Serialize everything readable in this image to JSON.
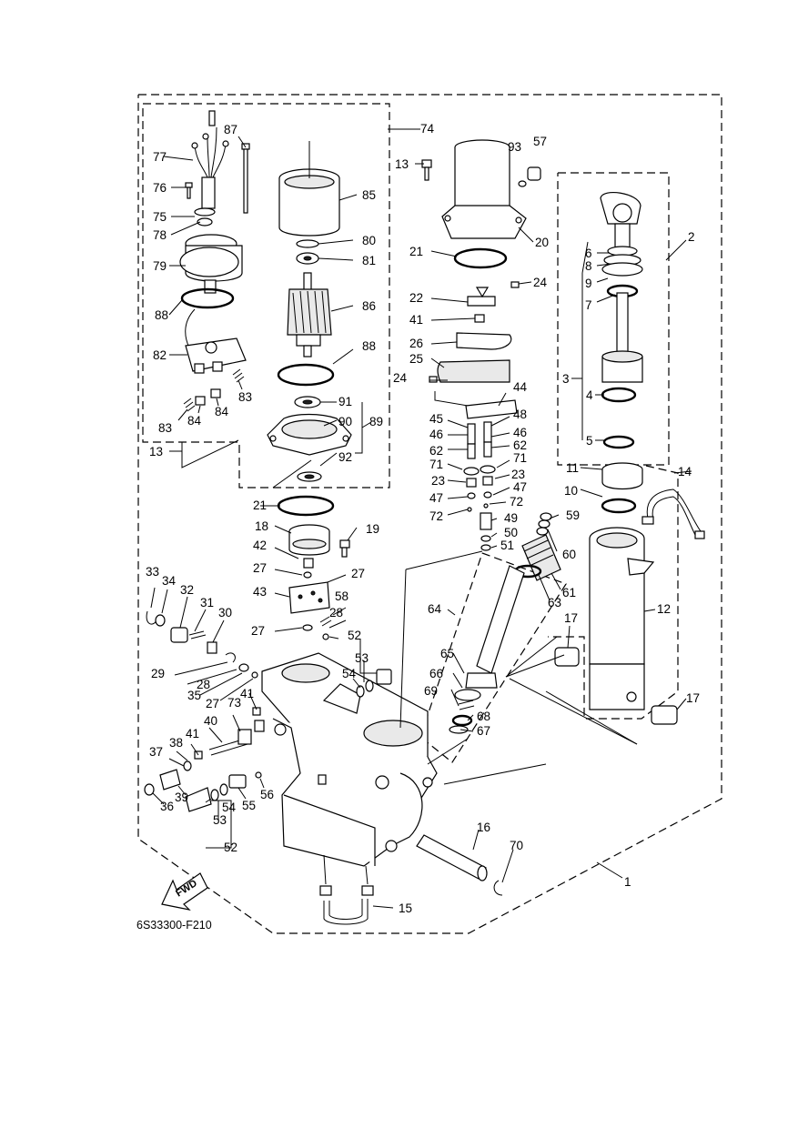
{
  "drawing_code": "6S33300-F210",
  "fwd_arrow_text": "FWD",
  "callout_labels": [
    "1",
    "2",
    "3",
    "4",
    "5",
    "6",
    "7",
    "8",
    "9",
    "10",
    "11",
    "12",
    "13",
    "14",
    "15",
    "16",
    "17",
    "18",
    "19",
    "20",
    "21",
    "22",
    "23",
    "24",
    "25",
    "26",
    "27",
    "28",
    "29",
    "30",
    "31",
    "32",
    "33",
    "34",
    "35",
    "36",
    "37",
    "38",
    "39",
    "40",
    "41",
    "42",
    "43",
    "44",
    "45",
    "46",
    "47",
    "48",
    "49",
    "50",
    "51",
    "52",
    "53",
    "54",
    "55",
    "56",
    "57",
    "58",
    "59",
    "60",
    "61",
    "62",
    "63",
    "64",
    "65",
    "66",
    "67",
    "68",
    "69",
    "70",
    "71",
    "72",
    "73",
    "74",
    "75",
    "76",
    "77",
    "78",
    "79",
    "80",
    "81",
    "82",
    "83",
    "84",
    "85",
    "86",
    "87",
    "88",
    "89",
    "90",
    "91",
    "92",
    "93"
  ]
}
